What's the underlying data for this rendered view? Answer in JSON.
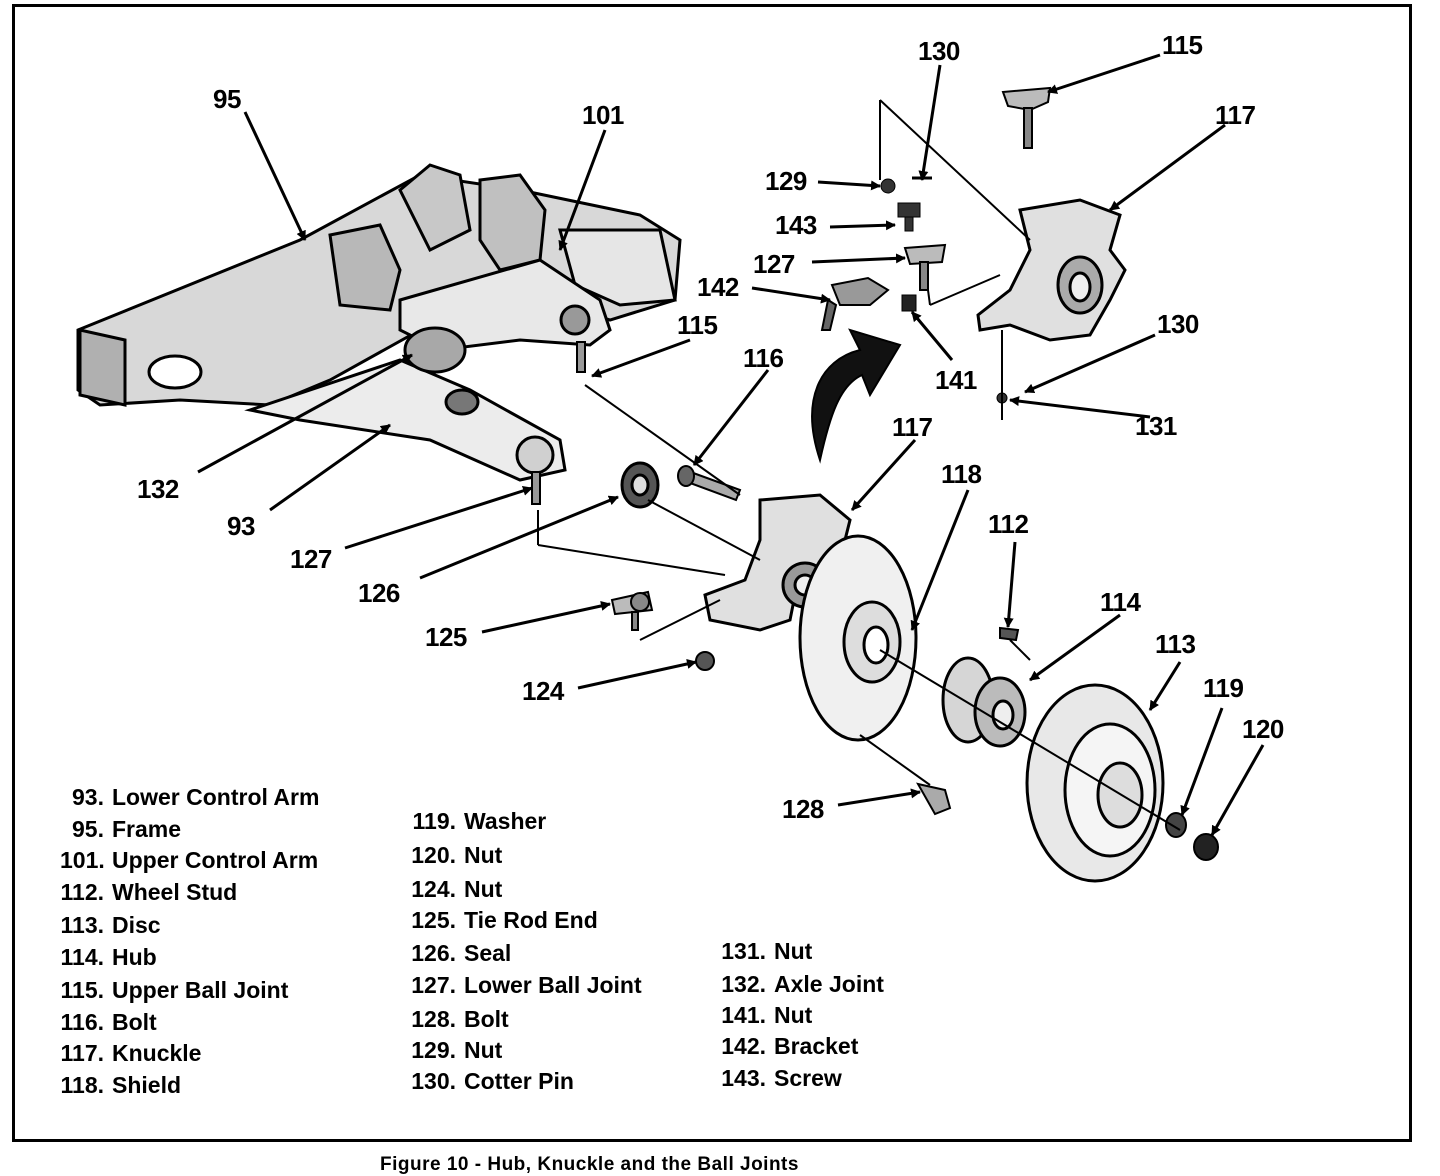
{
  "callouts": [
    {
      "id": "95",
      "text": "95"
    },
    {
      "id": "101",
      "text": "101"
    },
    {
      "id": "130a",
      "text": "130"
    },
    {
      "id": "115a",
      "text": "115"
    },
    {
      "id": "117a",
      "text": "117"
    },
    {
      "id": "129",
      "text": "129"
    },
    {
      "id": "143",
      "text": "143"
    },
    {
      "id": "127a",
      "text": "127"
    },
    {
      "id": "142",
      "text": "142"
    },
    {
      "id": "115b",
      "text": "115"
    },
    {
      "id": "116",
      "text": "116"
    },
    {
      "id": "141",
      "text": "141"
    },
    {
      "id": "130b",
      "text": "130"
    },
    {
      "id": "131",
      "text": "131"
    },
    {
      "id": "117b",
      "text": "117"
    },
    {
      "id": "118",
      "text": "118"
    },
    {
      "id": "112",
      "text": "112"
    },
    {
      "id": "132",
      "text": "132"
    },
    {
      "id": "93",
      "text": "93"
    },
    {
      "id": "127b",
      "text": "127"
    },
    {
      "id": "126",
      "text": "126"
    },
    {
      "id": "125",
      "text": "125"
    },
    {
      "id": "114",
      "text": "114"
    },
    {
      "id": "113",
      "text": "113"
    },
    {
      "id": "119",
      "text": "119"
    },
    {
      "id": "120",
      "text": "120"
    },
    {
      "id": "124",
      "text": "124"
    },
    {
      "id": "128",
      "text": "128"
    }
  ],
  "legend": {
    "col1": [
      {
        "num": "93.",
        "label": "Lower Control Arm"
      },
      {
        "num": "95.",
        "label": "Frame"
      },
      {
        "num": "101.",
        "label": "Upper Control Arm"
      },
      {
        "num": "112.",
        "label": "Wheel Stud"
      },
      {
        "num": "113.",
        "label": "Disc"
      },
      {
        "num": "114.",
        "label": "Hub"
      },
      {
        "num": "115.",
        "label": "Upper Ball Joint"
      },
      {
        "num": "116.",
        "label": "Bolt"
      },
      {
        "num": "117.",
        "label": "Knuckle"
      },
      {
        "num": "118.",
        "label": "Shield"
      }
    ],
    "col2": [
      {
        "num": "119.",
        "label": "Washer"
      },
      {
        "num": "120.",
        "label": "Nut"
      },
      {
        "num": "124.",
        "label": "Nut"
      },
      {
        "num": "125.",
        "label": "Tie Rod End"
      },
      {
        "num": "126.",
        "label": "Seal"
      },
      {
        "num": "127.",
        "label": "Lower Ball Joint"
      },
      {
        "num": "128.",
        "label": "Bolt"
      },
      {
        "num": "129.",
        "label": "Nut"
      },
      {
        "num": "130.",
        "label": "Cotter Pin"
      }
    ],
    "col3": [
      {
        "num": "131.",
        "label": "Nut"
      },
      {
        "num": "132.",
        "label": "Axle Joint"
      },
      {
        "num": "141.",
        "label": "Nut"
      },
      {
        "num": "142.",
        "label": "Bracket"
      },
      {
        "num": "143.",
        "label": "Screw"
      }
    ]
  },
  "caption": "Figure 10 - Hub, Knuckle and the Ball Joints"
}
